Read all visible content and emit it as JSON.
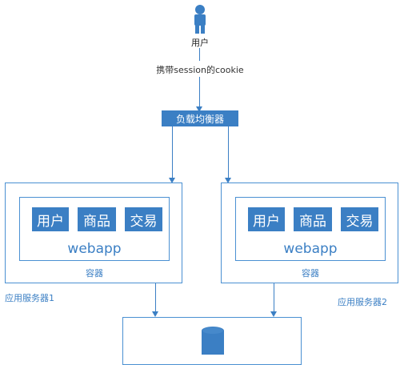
{
  "user": {
    "icon": "person-icon",
    "label": "用户"
  },
  "request": {
    "label": "携带session的cookie"
  },
  "load_balancer": {
    "label": "负载均衡器"
  },
  "servers": [
    {
      "modules": [
        "用户",
        "商品",
        "交易"
      ],
      "app_label": "webapp",
      "container_label": "容器",
      "server_label": "应用服务器1"
    },
    {
      "modules": [
        "用户",
        "商品",
        "交易"
      ],
      "app_label": "webapp",
      "container_label": "容器",
      "server_label": "应用服务器2"
    }
  ],
  "database": {
    "icon": "database-icon"
  },
  "colors": {
    "accent": "#3b7fc4",
    "border": "#4a90d2"
  }
}
